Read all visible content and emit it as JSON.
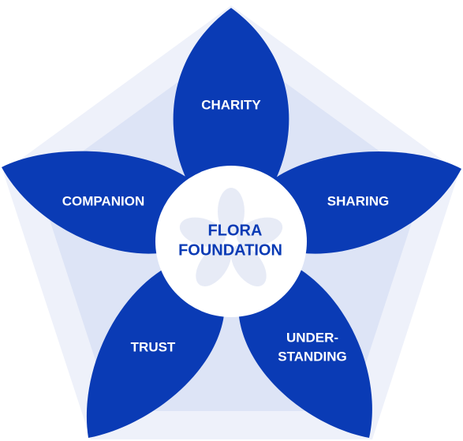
{
  "colors": {
    "petal": "#0a3bb5",
    "pentagon_outer": "#eef1fa",
    "pentagon_inner": "#dde4f6",
    "center_fill": "#ffffff",
    "center_text": "#0a3bb5",
    "watermark": "#e7ebf6"
  },
  "center": {
    "line1": "FLORA",
    "line2": "FOUNDATION",
    "watermark_icon": "flower-icon"
  },
  "petals": [
    {
      "id": "charity",
      "label_lines": [
        "CHARITY"
      ]
    },
    {
      "id": "sharing",
      "label_lines": [
        "SHARING"
      ]
    },
    {
      "id": "understanding",
      "label_lines": [
        "UNDER-",
        "STANDING"
      ]
    },
    {
      "id": "trust",
      "label_lines": [
        "TRUST"
      ]
    },
    {
      "id": "companion",
      "label_lines": [
        "COMPANION"
      ]
    }
  ]
}
